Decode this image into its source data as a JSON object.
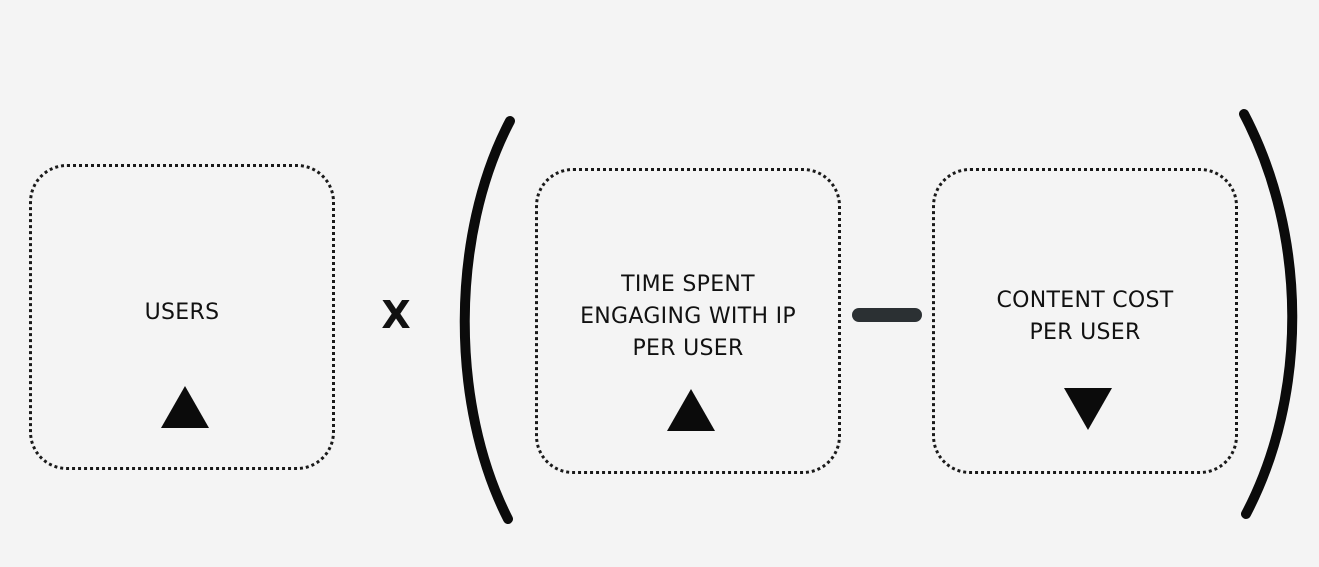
{
  "formula": {
    "term_users": {
      "label": "USERS",
      "trend": "up",
      "trend_icon": "triangle-up-icon"
    },
    "multiply_operator": "X",
    "term_time_spent": {
      "label": "TIME SPENT\nENGAGING WITH IP\nPER USER",
      "trend": "up",
      "trend_icon": "triangle-up-icon"
    },
    "minus_operator_icon": "minus-icon",
    "term_content_cost": {
      "label": "CONTENT COST\nPER USER",
      "trend": "down",
      "trend_icon": "triangle-down-icon"
    },
    "parenthesis_icons": [
      "left-parenthesis-icon",
      "right-parenthesis-icon"
    ]
  },
  "colors": {
    "background": "#f4f4f4",
    "ink": "#0b0b0b",
    "minus_bar": "#2b3033"
  }
}
